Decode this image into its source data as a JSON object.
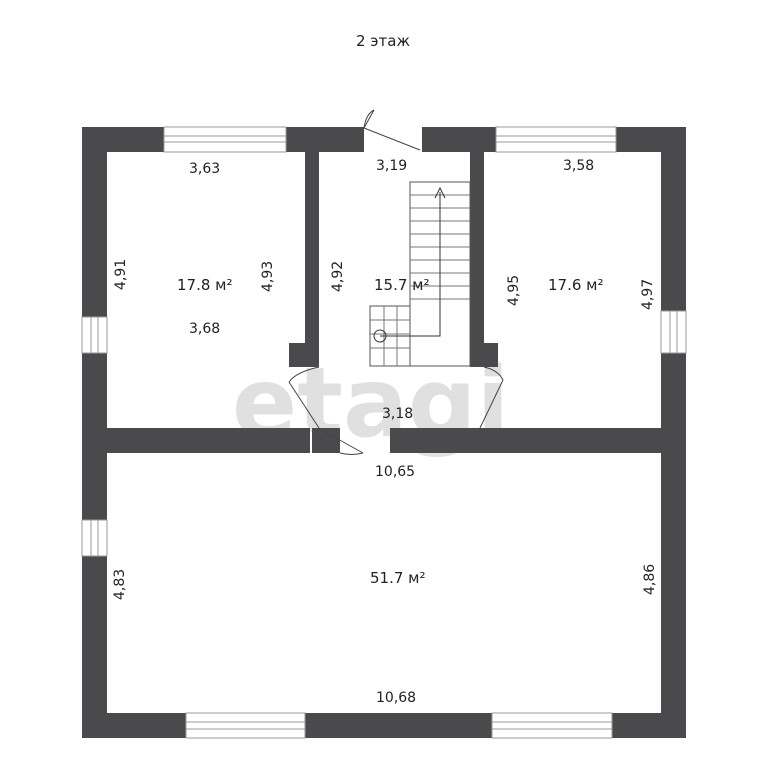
{
  "floor_title": "2 этаж",
  "watermark": "etagi",
  "colors": {
    "wall": "#4a4a4d",
    "window_frame": "#9a9a9a",
    "door_line": "#444444",
    "background": "#ffffff",
    "watermark": "#e0e0e0"
  },
  "rooms": {
    "room_left": {
      "area": "17.8 м²",
      "top_dim": "3,63",
      "bottom_dim": "3,68",
      "left_dim": "4,91",
      "right_dim": "4,93"
    },
    "hall": {
      "area": "15.7 м²",
      "top_dim": "3,19",
      "bottom_dim": "3,18",
      "left_dim": "4,92"
    },
    "room_right": {
      "area": "17.6 м²",
      "top_dim": "3,58",
      "left_dim": "4,95",
      "right_dim": "4,97"
    },
    "big_room": {
      "area": "51.7 м²",
      "top_dim": "10,65",
      "bottom_dim": "10,68",
      "left_dim": "4,83",
      "right_dim": "4,86"
    }
  }
}
